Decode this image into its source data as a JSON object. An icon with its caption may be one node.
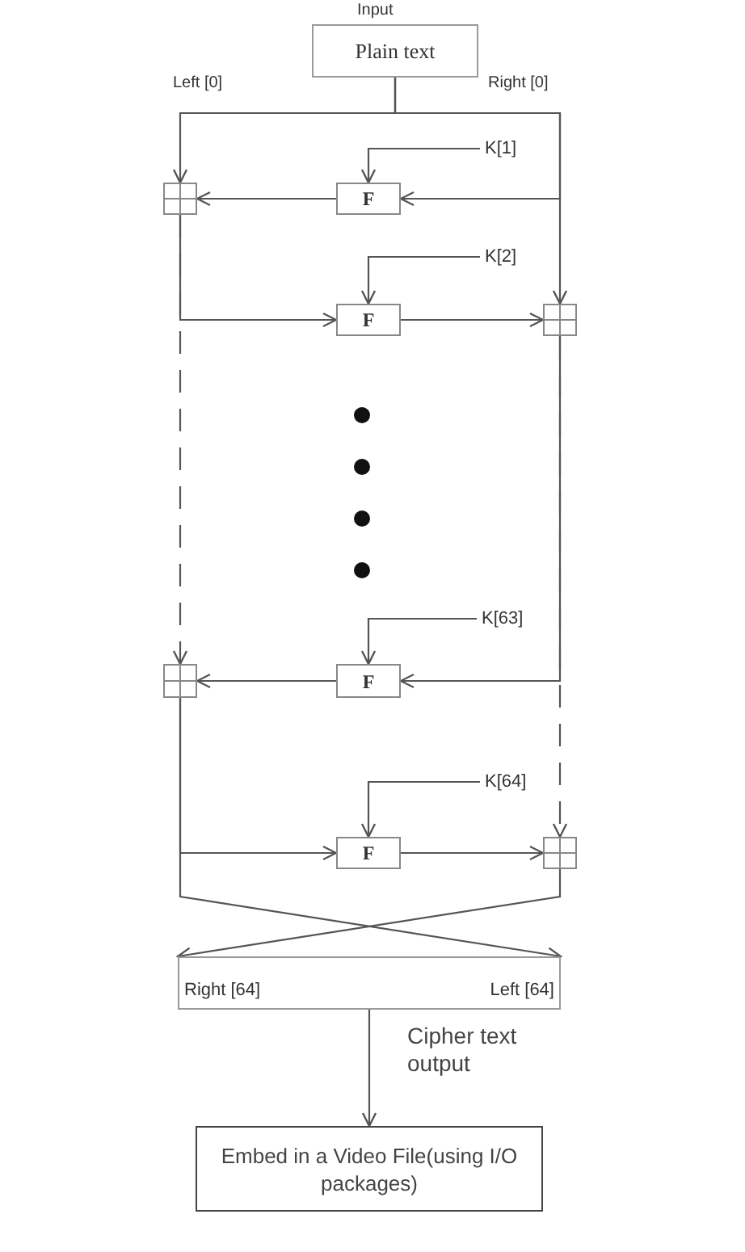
{
  "diagram": {
    "nodes": [
      {
        "text": [
          "Plain text"
        ],
        "beside": [
          "Input"
        ]
      },
      {
        "text": [],
        "shape": "box"
      },
      {
        "text": [
          "F"
        ]
      },
      {
        "text": [
          "K[1]"
        ]
      },
      {
        "text": [
          "F"
        ]
      },
      {
        "text": [],
        "shape": "box"
      },
      {
        "text": [
          "K[2]"
        ]
      },
      {
        "text": [],
        "shape": "box"
      },
      {
        "text": [
          "F"
        ]
      },
      {
        "text": [
          "K[63]"
        ]
      },
      {
        "text": [
          "F"
        ]
      },
      {
        "text": [],
        "shape": "box"
      },
      {
        "text": [
          "K[64]"
        ]
      },
      {
        "text": [
          "Right [64]",
          "Left [64]"
        ]
      },
      {
        "text": [
          "Embed in a Video File(using I/O packages)"
        ]
      }
    ],
    "edges": [
      {
        "from": 0,
        "to": 1,
        "arrow": "to"
      },
      {
        "from": 0,
        "to": 2,
        "arrow": "to"
      },
      {
        "from": 0,
        "to": 5,
        "arrow": "to"
      },
      {
        "from": 3,
        "to": 2,
        "arrow": "to"
      },
      {
        "from": 2,
        "to": 1,
        "arrow": "to"
      },
      {
        "from": 1,
        "to": 4,
        "arrow": "to"
      },
      {
        "from": 1,
        "to": 7,
        "arrow": "to",
        "style": "dashed"
      },
      {
        "from": 6,
        "to": 4,
        "arrow": "to"
      },
      {
        "from": 4,
        "to": 5,
        "arrow": "to"
      },
      {
        "from": 5,
        "to": 8,
        "arrow": "to"
      },
      {
        "from": 5,
        "to": 11,
        "arrow": "to",
        "style": "dashed"
      },
      {
        "from": 9,
        "to": 8,
        "arrow": "to"
      },
      {
        "from": 8,
        "to": 7,
        "arrow": "to"
      },
      {
        "from": 7,
        "to": 10,
        "arrow": "to"
      },
      {
        "from": 7,
        "to": 13,
        "arrow": "to"
      },
      {
        "from": 12,
        "to": 10,
        "arrow": "to"
      },
      {
        "from": 10,
        "to": 11,
        "arrow": "to"
      },
      {
        "from": 11,
        "to": 13,
        "arrow": "to"
      },
      {
        "from": 13,
        "to": 14,
        "arrow": "to",
        "label": "Cipher text output"
      }
    ],
    "labels": [
      "Left [0]",
      "Right [0]"
    ]
  }
}
